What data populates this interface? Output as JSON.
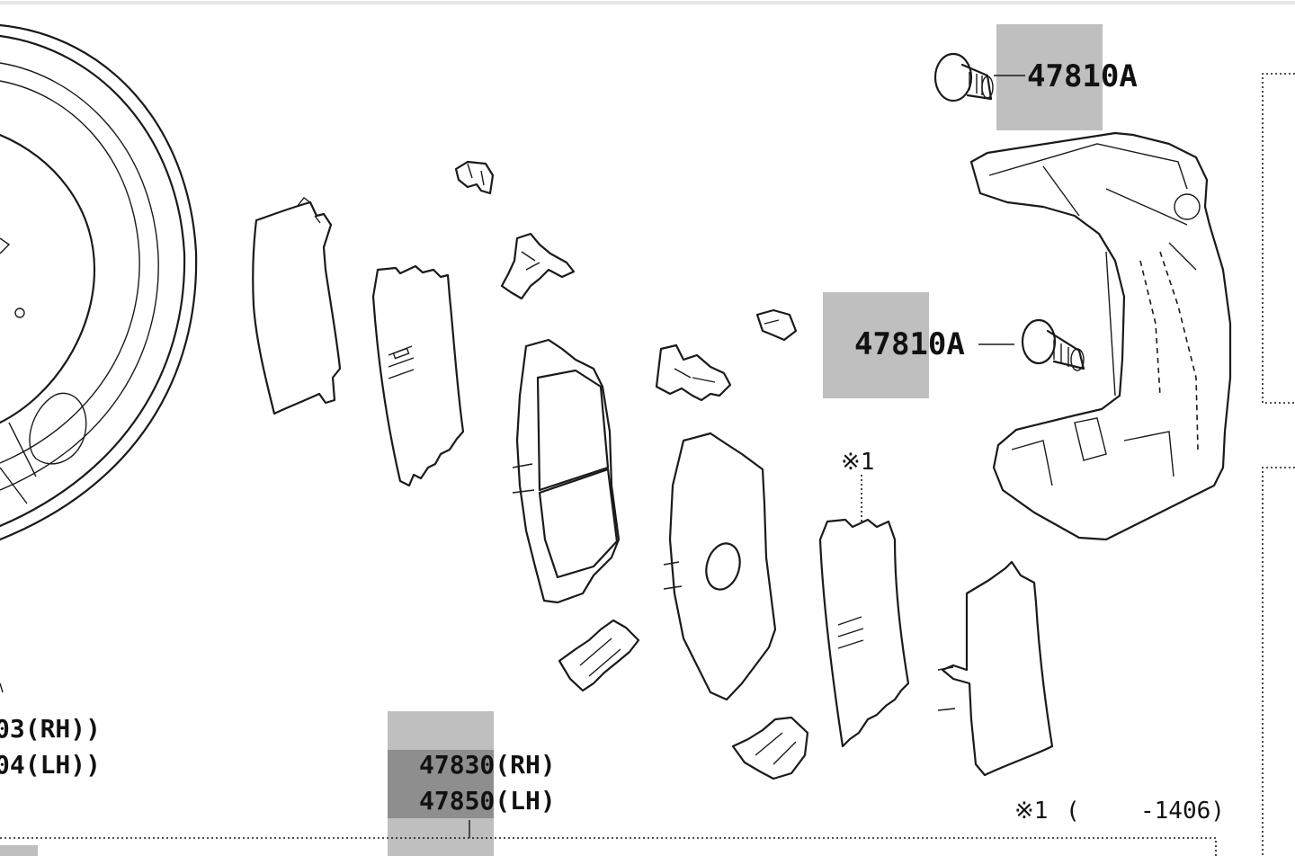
{
  "labels": {
    "bolt_top": "47810A",
    "bolt_mid": "47810A",
    "rh_part": "47830(RH)",
    "lh_part": "47850(LH)",
    "left_rh": "03(RH))",
    "left_lh": "04(LH))",
    "marker": "※1",
    "note_marker": "※1",
    "note_open": "(",
    "note_range": "-1406)"
  },
  "colors": {
    "highlight": "#bfbfbf",
    "highlight_dark": "#8e8e8e",
    "line": "#1a1a1a"
  }
}
